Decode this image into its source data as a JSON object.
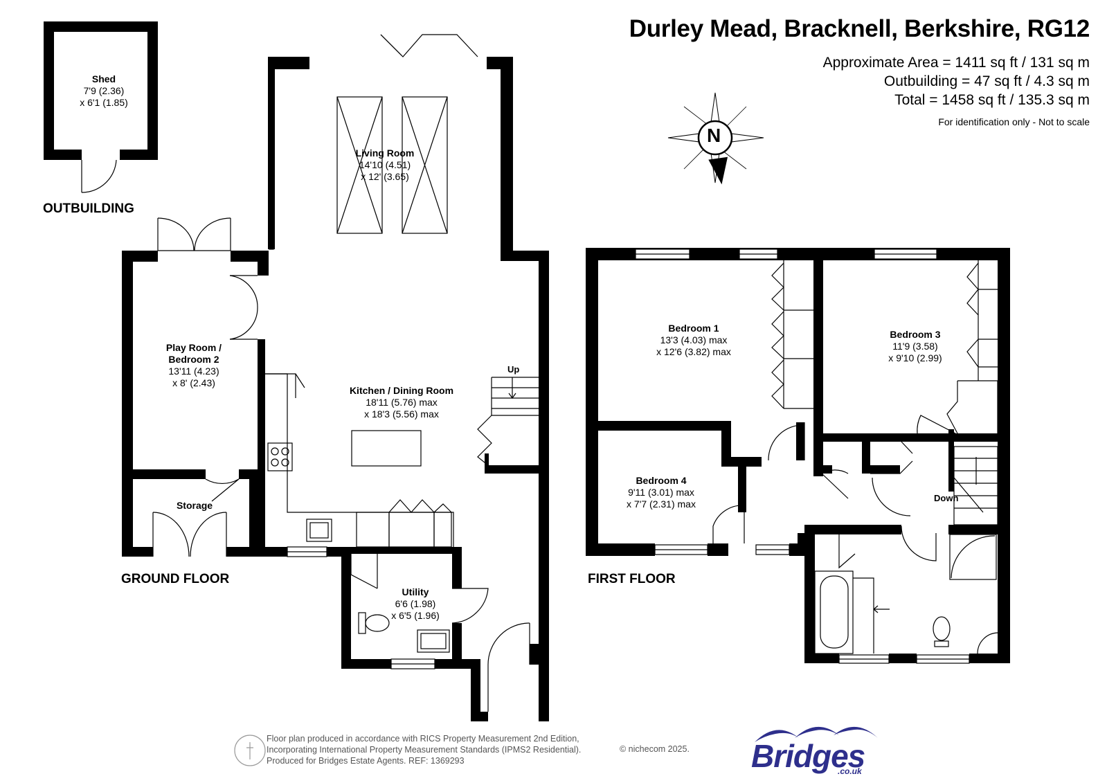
{
  "header": {
    "title": "Durley Mead, Bracknell, Berkshire, RG12",
    "approx_area": "Approximate Area = 1411 sq ft / 131 sq m",
    "outbuilding_area": "Outbuilding = 47 sq ft / 4.3 sq m",
    "total_area": "Total = 1458 sq ft / 135.3 sq m",
    "disclaimer": "For identification only - Not to scale"
  },
  "compass": {
    "letter": "N",
    "icon": "north-arrow-icon"
  },
  "floors": {
    "outbuilding": "OUTBUILDING",
    "ground": "GROUND FLOOR",
    "first": "FIRST FLOOR"
  },
  "rooms": {
    "shed": {
      "name": "Shed",
      "dim1": "7'9 (2.36)",
      "dim2": "x 6'1 (1.85)"
    },
    "living": {
      "name": "Living Room",
      "dim1": "14'10 (4.51)",
      "dim2": "x 12' (3.65)"
    },
    "playroom": {
      "name1": "Play Room /",
      "name2": "Bedroom 2",
      "dim1": "13'11 (4.23)",
      "dim2": "x 8' (2.43)"
    },
    "kitchen": {
      "name": "Kitchen / Dining Room",
      "dim1": "18'11 (5.76) max",
      "dim2": "x 18'3 (5.56) max"
    },
    "storage": {
      "name": "Storage"
    },
    "utility": {
      "name": "Utility",
      "dim1": "6'6 (1.98)",
      "dim2": "x 6'5 (1.96)"
    },
    "bedroom1": {
      "name": "Bedroom 1",
      "dim1": "13'3 (4.03) max",
      "dim2": "x 12'6 (3.82) max"
    },
    "bedroom3": {
      "name": "Bedroom 3",
      "dim1": "11'9 (3.58)",
      "dim2": "x 9'10 (2.99)"
    },
    "bedroom4": {
      "name": "Bedroom 4",
      "dim1": "9'11 (3.01) max",
      "dim2": "x 7'7 (2.31) max"
    }
  },
  "stairs": {
    "up": "Up",
    "down": "Down"
  },
  "footer": {
    "line1": "Floor plan produced in accordance with RICS Property Measurement 2nd Edition,",
    "line2": "Incorporating International Property Measurement Standards (IPMS2 Residential).",
    "line3": "Produced for Bridges Estate Agents.   REF: 1369293",
    "copyright": "© nichecom 2025.",
    "person_icon": "person-icon"
  },
  "brand": {
    "name": "Bridges",
    "domain": ".co.uk",
    "color": "#2e2f8c"
  }
}
